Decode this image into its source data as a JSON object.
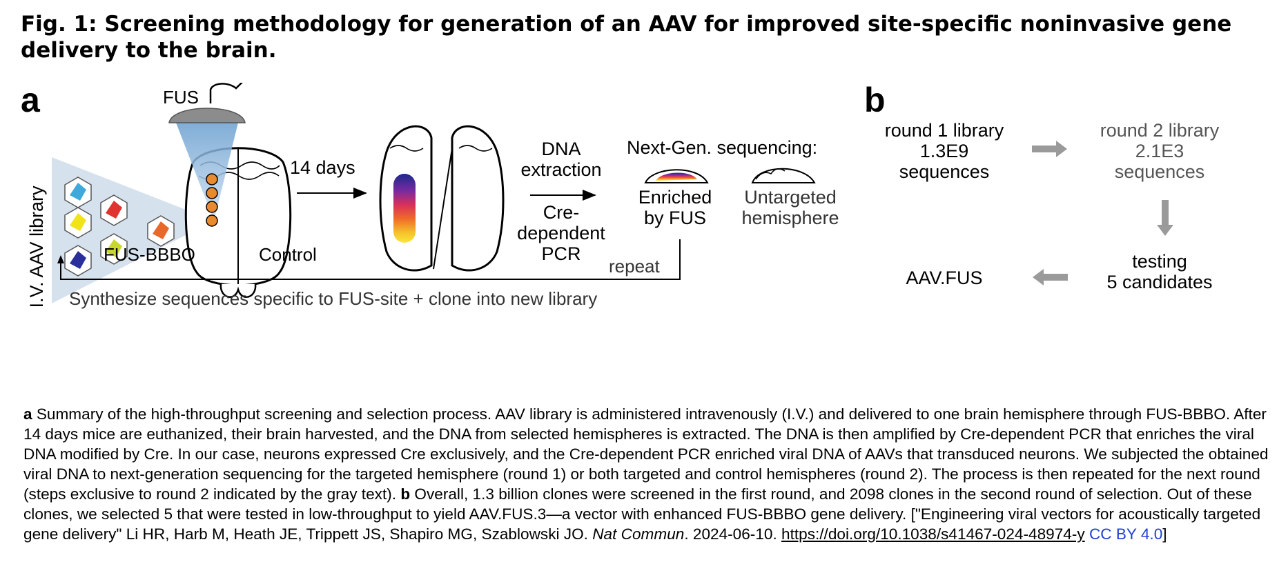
{
  "figure": {
    "title": "Fig. 1: Screening methodology for generation of an AAV for improved site-specific noninvasive gene delivery to the brain."
  },
  "panel_a": {
    "label": "a",
    "side_label": "I.V. AAV library",
    "fus": "FUS",
    "fus_bbbo": "FUS-BBBO",
    "control": "Control",
    "days": "14 days",
    "dna_extraction": [
      "DNA",
      "extraction"
    ],
    "cre_pcr": [
      "Cre-",
      "dependent",
      "PCR"
    ],
    "ngs": "Next-Gen. sequencing:",
    "enriched": [
      "Enriched",
      "by FUS"
    ],
    "untargeted": [
      "Untargeted",
      "hemisphere"
    ],
    "repeat": "repeat",
    "synthesize": "Synthesize sequences specific to FUS-site + clone into new library",
    "capsid_colors": [
      "#3fa9dc",
      "#f1e31a",
      "#e0322e",
      "#e8672a",
      "#2b2f9c",
      "#c8d62e"
    ]
  },
  "panel_b": {
    "label": "b",
    "round1": [
      "round 1 library",
      "1.3E9",
      "sequences"
    ],
    "round2": [
      "round 2 library",
      "2.1E3",
      "sequences"
    ],
    "testing": [
      "testing",
      "5 candidates"
    ],
    "result": "AAV.FUS",
    "gray_text_color": "#555555",
    "arrow_color": "#9a9a9a"
  },
  "caption": {
    "a_label": "a",
    "a_text": " Summary of the high-throughput screening and selection process. AAV library is administered intravenously (I.V.) and delivered to one brain hemisphere through FUS-BBBO. After 14 days mice are euthanized, their brain harvested, and the DNA from selected hemispheres is extracted. The DNA is then amplified by Cre-dependent PCR that enriches the viral DNA modified by Cre. In our case, neurons expressed Cre exclusively, and the Cre-dependent PCR enriched viral DNA of AAVs that transduced neurons. We subjected the obtained viral DNA to next-generation sequencing for the targeted hemisphere (round 1) or both targeted and control hemispheres (round 2). The process is then repeated for the next round (steps exclusive to round 2 indicated by the gray text). ",
    "b_label": "b",
    "b_text": " Overall, 1.3 billion clones were screened in the first round, and 2098 clones in the second round of selection. Out of these clones, we selected 5 that were tested in low-throughput to yield AAV.FUS.3—a vector with enhanced FUS-BBBO gene delivery. [\"Engineering viral vectors for acoustically targeted gene delivery\" Li HR, Harb M, Heath JE, Trippett JS, Shapiro MG, Szablowski JO. ",
    "journal": "Nat Commun",
    "date": ". 2024-06-10. ",
    "doi": "https://doi.org/10.1038/s41467-024-48974-y",
    "license": "CC BY 4.0",
    "end": "]"
  }
}
